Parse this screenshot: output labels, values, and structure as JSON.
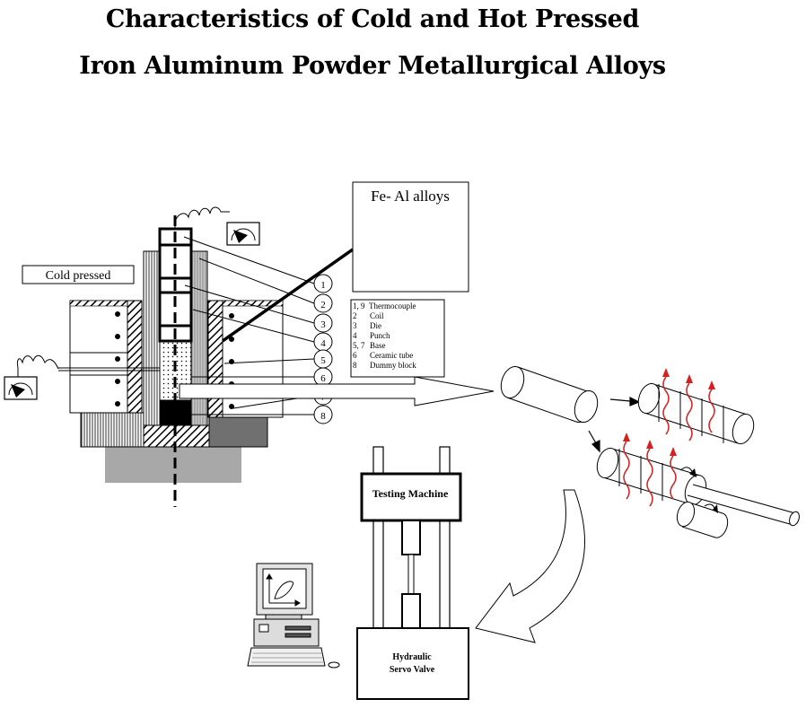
{
  "title": {
    "line1": "Characteristics of Cold and Hot Pressed",
    "line2": "Iron Aluminum Powder Metallurgical Alloys"
  },
  "labels": {
    "cold_pressed": "Cold pressed",
    "fe_al": "Fe- Al alloys",
    "testing_machine": "Testing Machine",
    "hydraulic_line1": "Hydraulic",
    "hydraulic_line2": "Servo Valve"
  },
  "callout_numbers": [
    "1",
    "2",
    "3",
    "4",
    "5",
    "6",
    "7",
    "8"
  ],
  "legend": [
    {
      "num": "1, 9",
      "text": "Thermocouple"
    },
    {
      "num": "2",
      "text": "Coil"
    },
    {
      "num": "3",
      "text": "Die"
    },
    {
      "num": "4",
      "text": "Punch"
    },
    {
      "num": "5, 7",
      "text": "Base"
    },
    {
      "num": "6",
      "text": "Ceramic tube"
    },
    {
      "num": "8",
      "text": "Dummy block"
    }
  ],
  "colors": {
    "heat_wave": "#d42020",
    "gray_base": "#a8a8a8",
    "dark_base": "#707070"
  },
  "icons": [
    "thermometer-gauge-icon",
    "computer-icon",
    "flow-arrow-icon"
  ]
}
